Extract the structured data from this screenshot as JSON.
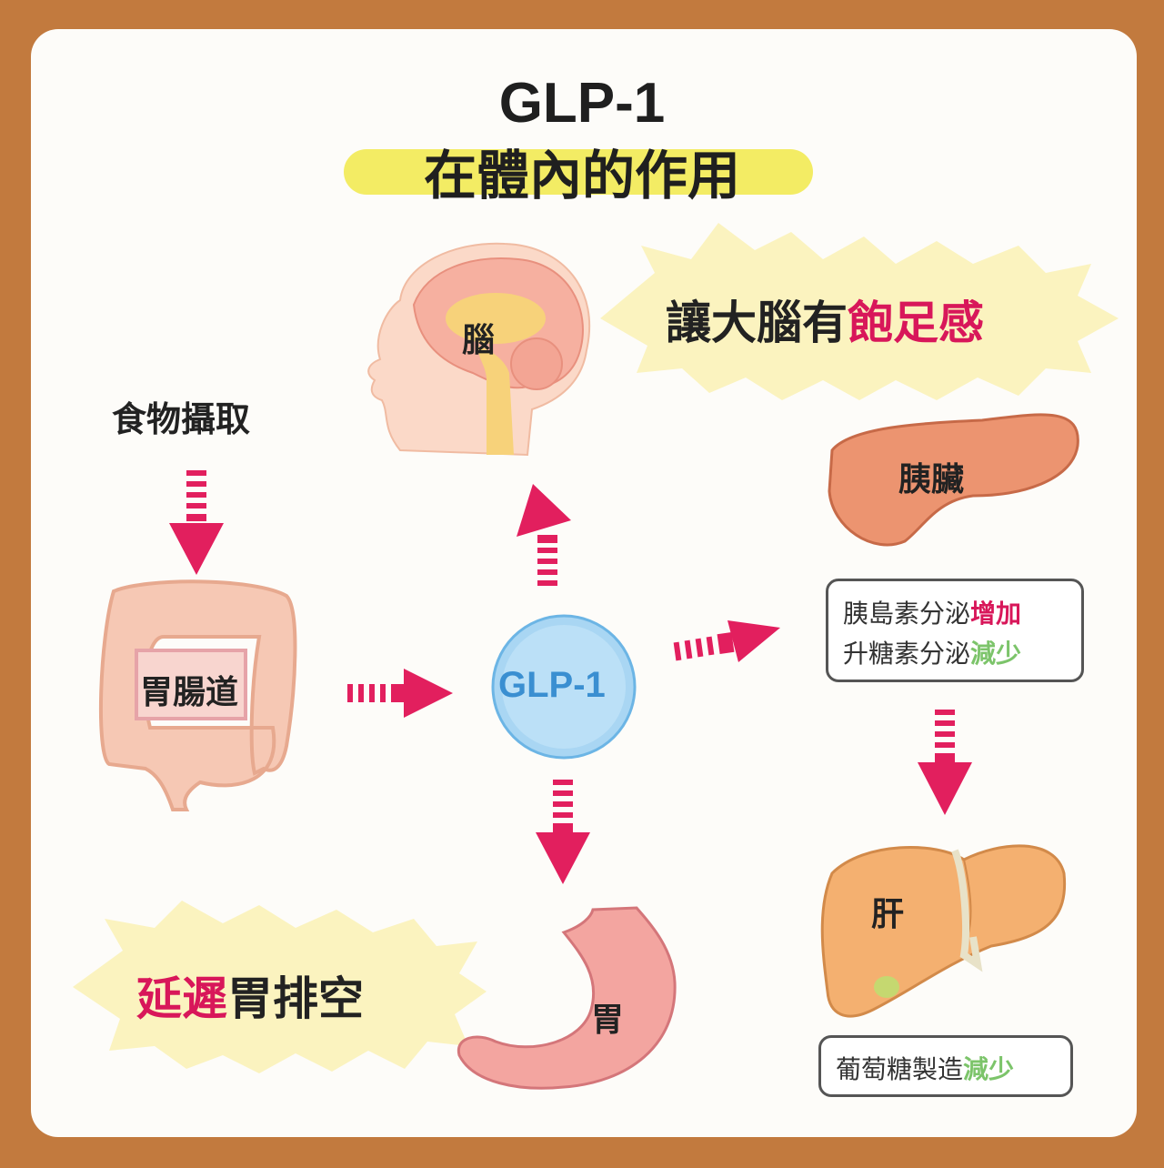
{
  "title": {
    "line1": "GLP-1",
    "line2": "在體內的作用"
  },
  "food_intake": "食物攝取",
  "organs": {
    "brain": "腦",
    "gut": "胃腸道",
    "pancreas": "胰臟",
    "liver": "肝",
    "stomach": "胃"
  },
  "center": "GLP-1",
  "brain_effect": {
    "normal": "讓大腦有",
    "highlight": "飽足感"
  },
  "stomach_effect": {
    "highlight": "延遲",
    "normal": "胃排空"
  },
  "pancreas_effects": [
    {
      "text": "胰島素分泌",
      "change": "增加"
    },
    {
      "text": "升糖素分泌",
      "change": "減少"
    }
  ],
  "liver_effect": {
    "text": "葡萄糖製造",
    "change": "減少"
  },
  "colors": {
    "background": "#c27a3e",
    "arrow": "#e21f5e",
    "increase": "#d8175a",
    "decrease": "#7cc46a",
    "title_highlight": "#f3ec64",
    "glp1_circle": "#a9d6f3"
  }
}
